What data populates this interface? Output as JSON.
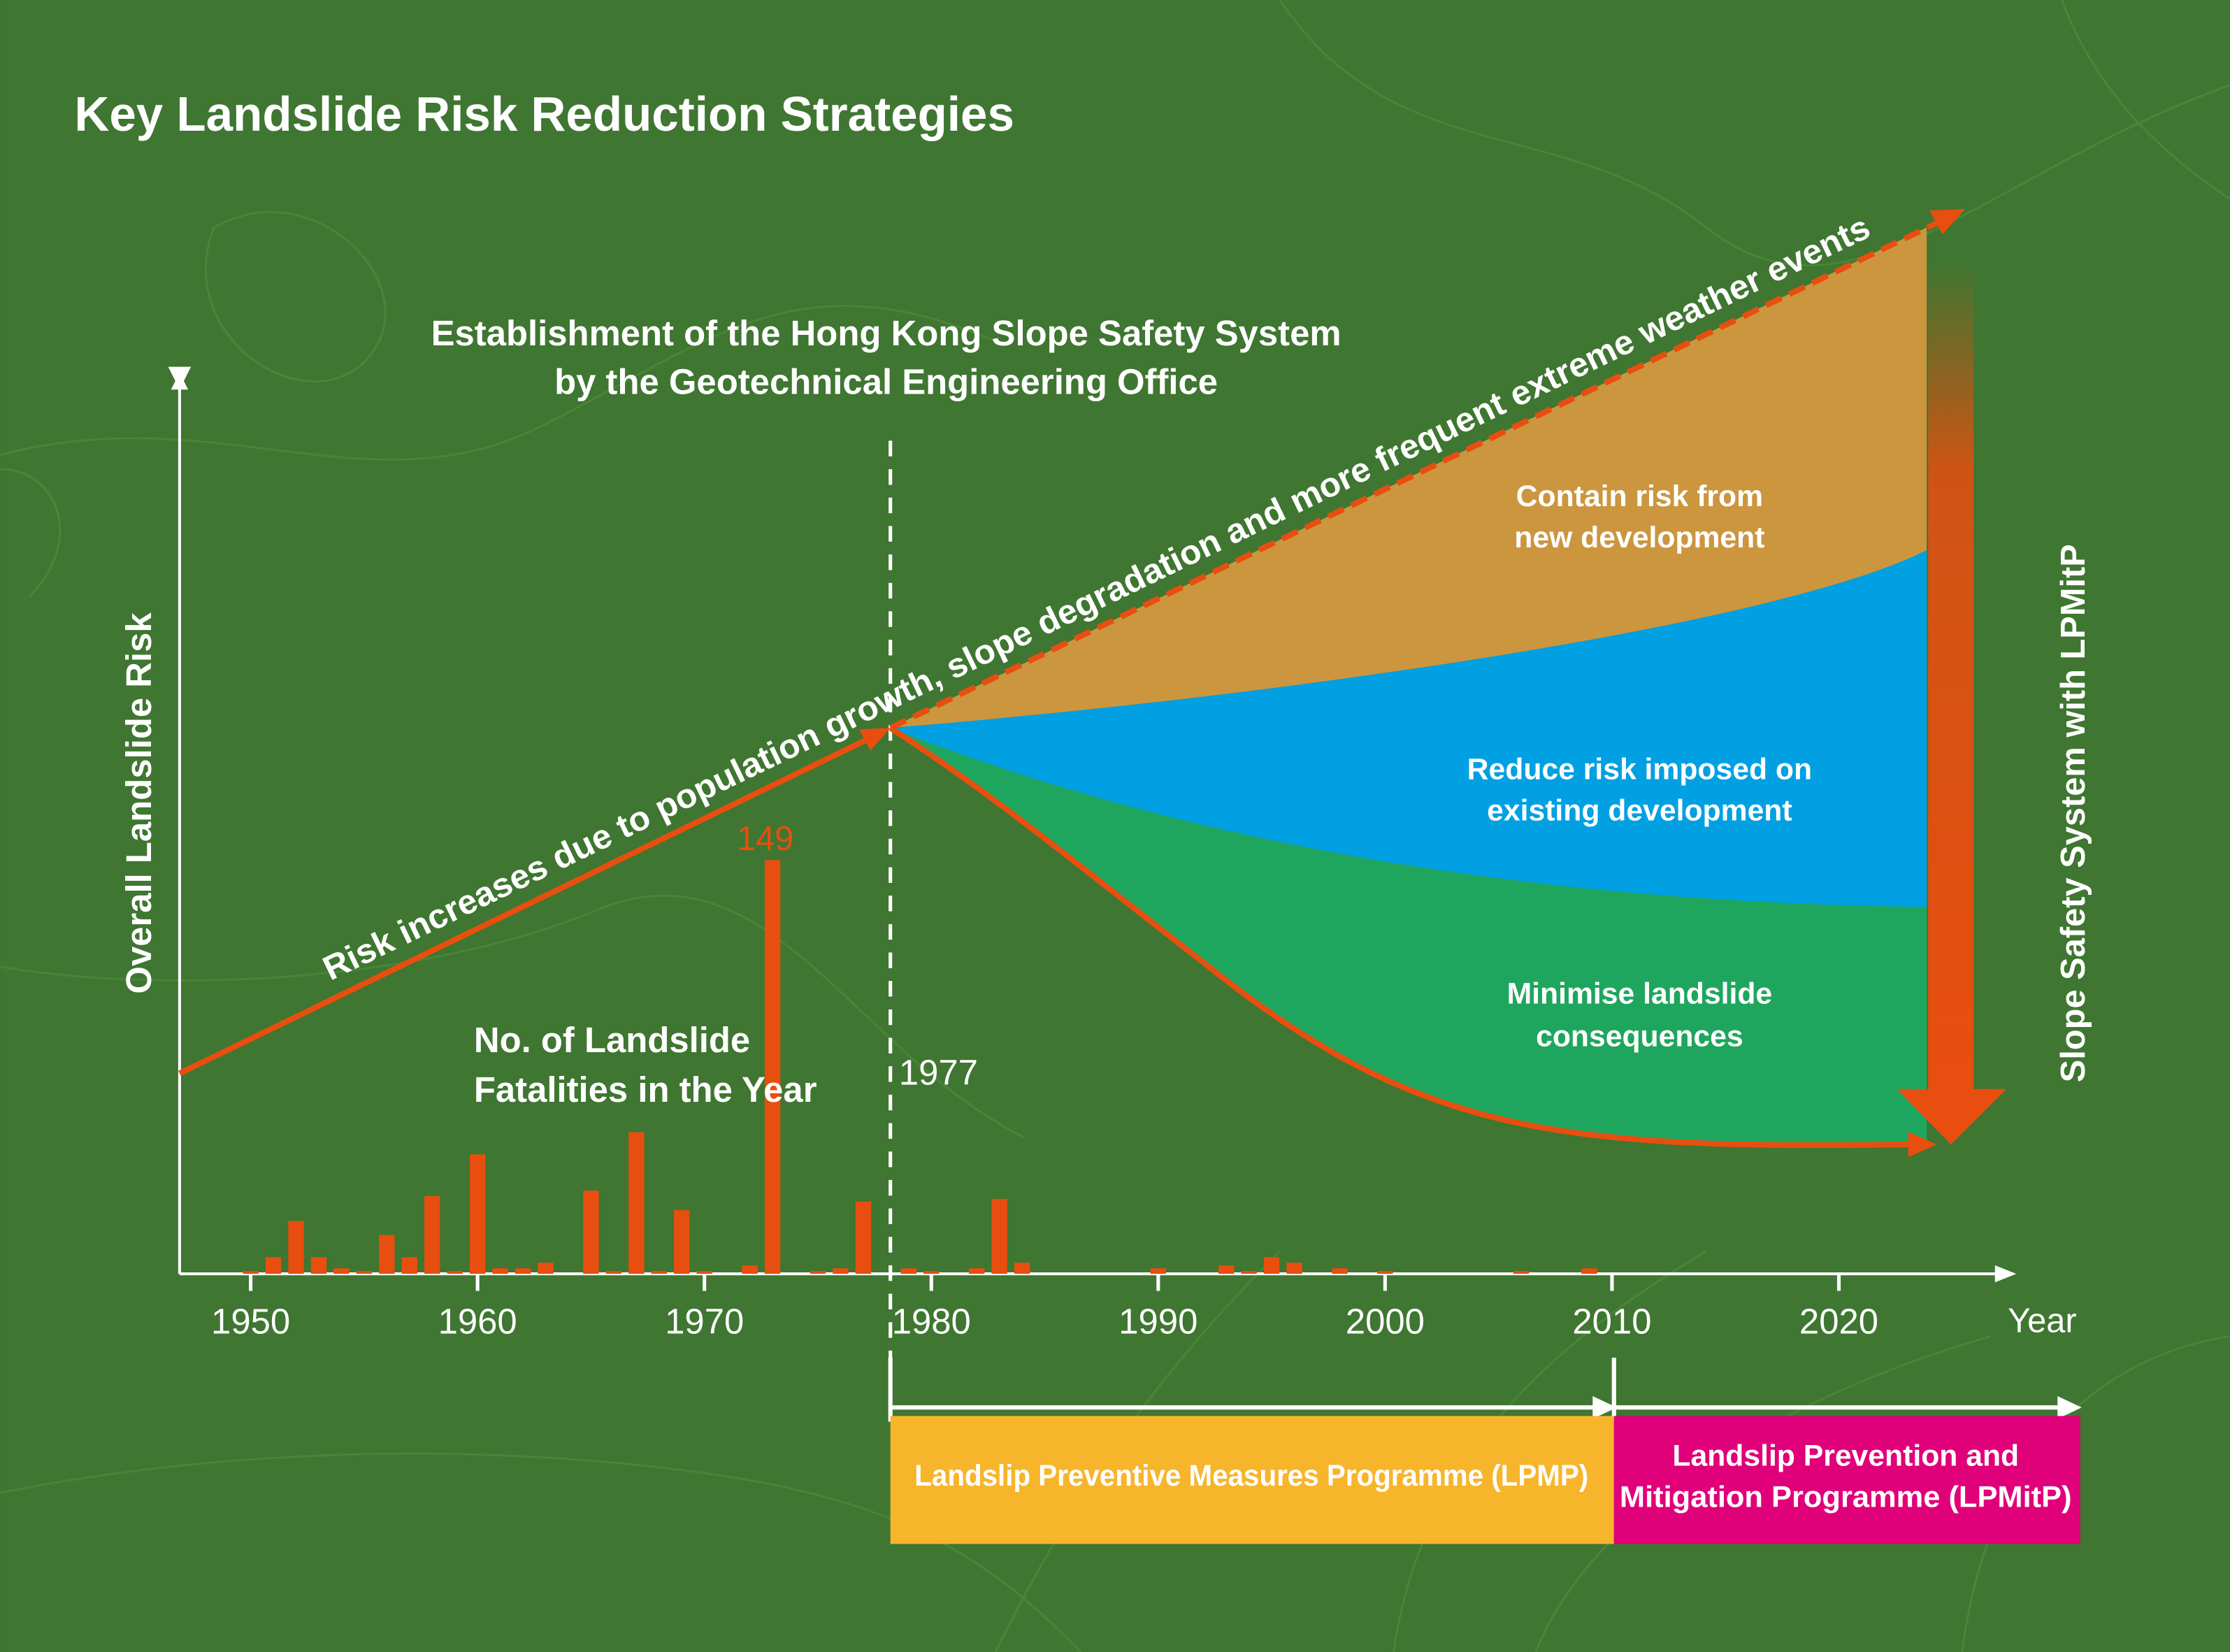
{
  "title": "Key Landslide Risk Reduction Strategies",
  "colors": {
    "background": "#3F7631",
    "bars": "#E84E0F",
    "contain_area": "#CC963E",
    "reduce_area": "#00A0E3",
    "minimise_area": "#1FA65E",
    "lpmp": "#F7B52C",
    "lpmitp": "#E0007A"
  },
  "chart_data": {
    "type": "bar",
    "title": "No. of Landslide Fatalities in the Year",
    "xlabel": "Year",
    "ylabel": "Overall Landslide Risk",
    "x_ticks": [
      "1950",
      "1960",
      "1970",
      "1980",
      "1990",
      "2000",
      "2010",
      "2020"
    ],
    "xlim": [
      1947,
      2025
    ],
    "grid": false,
    "peak_label": "149",
    "x": [
      1950,
      1951,
      1952,
      1953,
      1954,
      1955,
      1956,
      1957,
      1958,
      1959,
      1960,
      1961,
      1962,
      1963,
      1965,
      1966,
      1967,
      1968,
      1969,
      1970,
      1972,
      1973,
      1975,
      1976,
      1977,
      1979,
      1980,
      1982,
      1983,
      1984,
      1990,
      1993,
      1994,
      1995,
      1996,
      1998,
      2000,
      2006,
      2009
    ],
    "values": [
      1,
      6,
      19,
      6,
      2,
      1,
      14,
      6,
      28,
      1,
      43,
      2,
      2,
      4,
      30,
      1,
      51,
      1,
      23,
      1,
      3,
      149,
      1,
      2,
      26,
      2,
      1,
      2,
      27,
      4,
      2,
      3,
      1,
      6,
      4,
      2,
      1,
      1,
      2
    ]
  },
  "annotations": {
    "establishment_line1": "Establishment of the Hong Kong Slope Safety System",
    "establishment_line2": "by the Geotechnical Engineering Office",
    "risk_trend": "Risk increases due to population growth, slope degradation and more frequent extreme weather events",
    "fatalities_line1": "No. of Landslide",
    "fatalities_line2": "Fatalities in the Year",
    "year_1977": "1977",
    "contain_line1": "Contain risk from",
    "contain_line2": "new development",
    "reduce_line1": "Reduce risk imposed on",
    "reduce_line2": "existing development",
    "minimise_line1": "Minimise landslide",
    "minimise_line2": "consequences",
    "slope_safety_system": "Slope Safety System with LPMitP"
  },
  "programmes": {
    "lpmp": "Landslip Preventive Measures Programme (LPMP)",
    "lpmitp_line1": "Landslip Prevention and",
    "lpmitp_line2": "Mitigation Programme (LPMitP)"
  }
}
